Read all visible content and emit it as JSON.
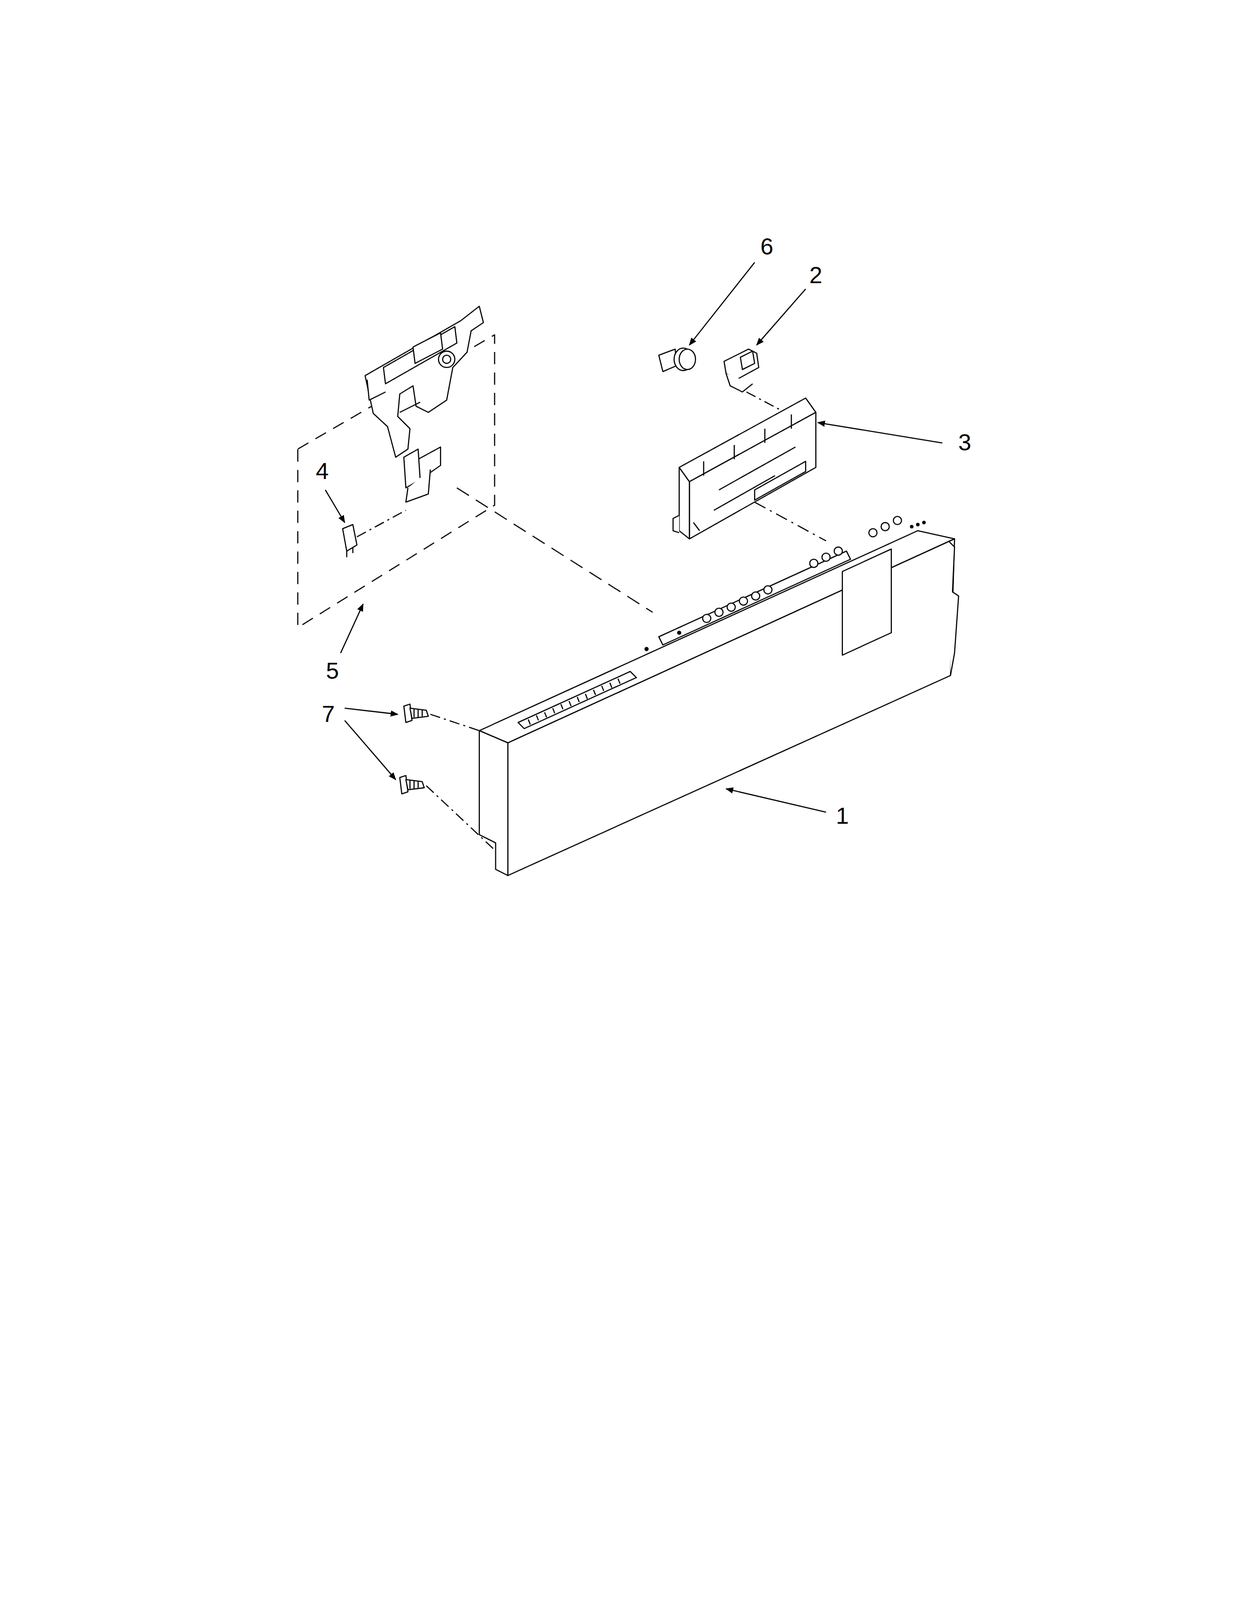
{
  "diagram": {
    "labels": [
      "6",
      "2",
      "3",
      "4",
      "5",
      "7",
      "1"
    ]
  }
}
